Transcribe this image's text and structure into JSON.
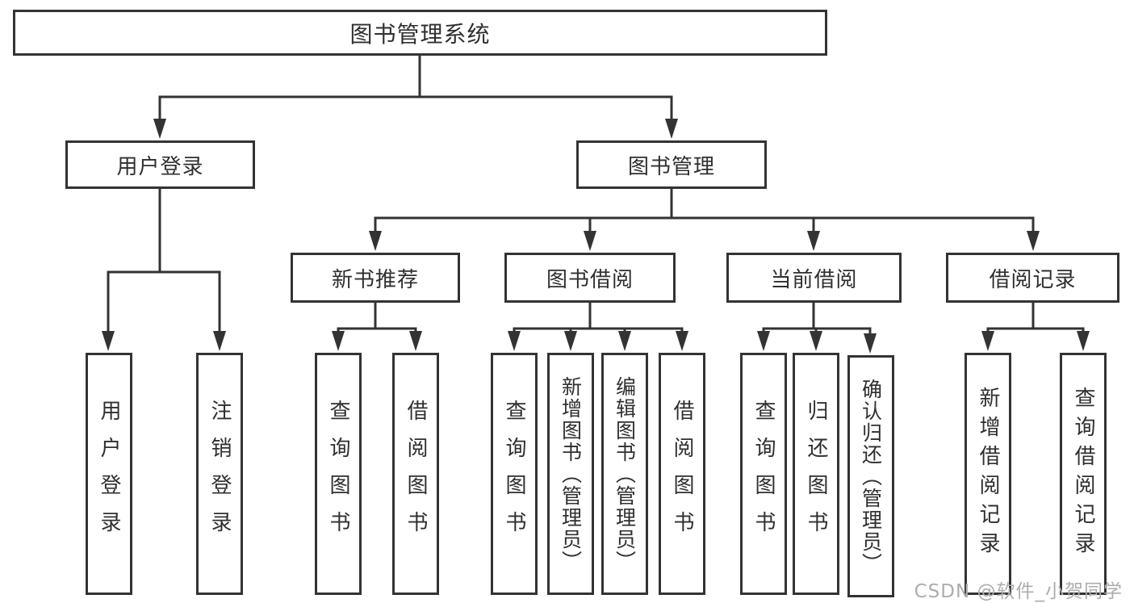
{
  "diagram_title": "图书管理系统",
  "tree": {
    "root": {
      "label": "图书管理系统",
      "children": [
        {
          "label": "用户登录",
          "children": [
            {
              "label": "用户登录"
            },
            {
              "label": "注销登录"
            }
          ]
        },
        {
          "label": "图书管理",
          "children": [
            {
              "label": "新书推荐",
              "children": [
                {
                  "label": "查询图书"
                },
                {
                  "label": "借阅图书"
                }
              ]
            },
            {
              "label": "图书借阅",
              "children": [
                {
                  "label": "查询图书"
                },
                {
                  "label": "新增图书（管理员）"
                },
                {
                  "label": "编辑图书（管理员）"
                },
                {
                  "label": "借阅图书"
                }
              ]
            },
            {
              "label": "当前借阅",
              "children": [
                {
                  "label": "查询图书"
                },
                {
                  "label": "归还图书"
                },
                {
                  "label": "确认归还（管理员）"
                }
              ]
            },
            {
              "label": "借阅记录",
              "children": [
                {
                  "label": "新增借阅记录"
                },
                {
                  "label": "查询借阅记录"
                }
              ]
            }
          ]
        }
      ]
    }
  },
  "watermark": {
    "text": "CSDN @软件_小贺同学"
  },
  "colors": {
    "line": "#333333",
    "text": "#2f2f2f",
    "box_fill": "#ffffff",
    "watermark": "#adadad"
  }
}
